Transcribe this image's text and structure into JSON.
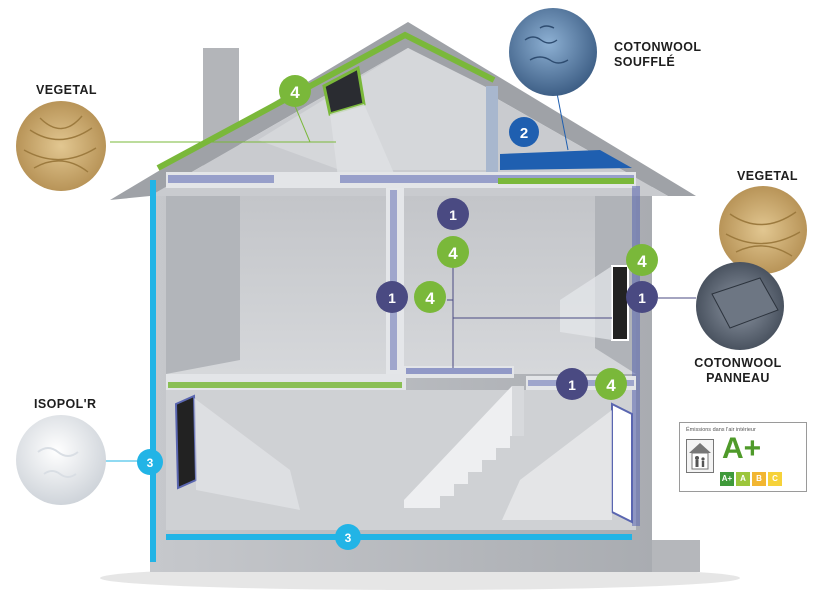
{
  "labels": {
    "vegetal_left": "VEGETAL",
    "cotonwool_souffle": [
      "COTONWOOL",
      "SOUFFLÉ"
    ],
    "vegetal_right": "VEGETAL",
    "cotonwool_panneau": [
      "COTONWOOL",
      "PANNEAU"
    ],
    "isopolr": "ISOPOL'R"
  },
  "badges": {
    "roof_green": "4",
    "attic_blue": "2",
    "center_purple": "1",
    "center_green": "4",
    "wall_purple": "1",
    "wall_green": "4",
    "right_green": "4",
    "right_purple": "1",
    "lower_purple": "1",
    "lower_green": "4",
    "left_cyan": "3",
    "floor_cyan": "3"
  },
  "energy_label": {
    "title": "Émissions dans l'air intérieur",
    "grade": "A+",
    "scale": [
      "A+",
      "A",
      "B",
      "C"
    ]
  },
  "colors": {
    "green": "#7ab83a",
    "purple": "#4a4a82",
    "cyan": "#22b4e6",
    "blue": "#1f5fb0",
    "wall": "#bcbec2"
  }
}
